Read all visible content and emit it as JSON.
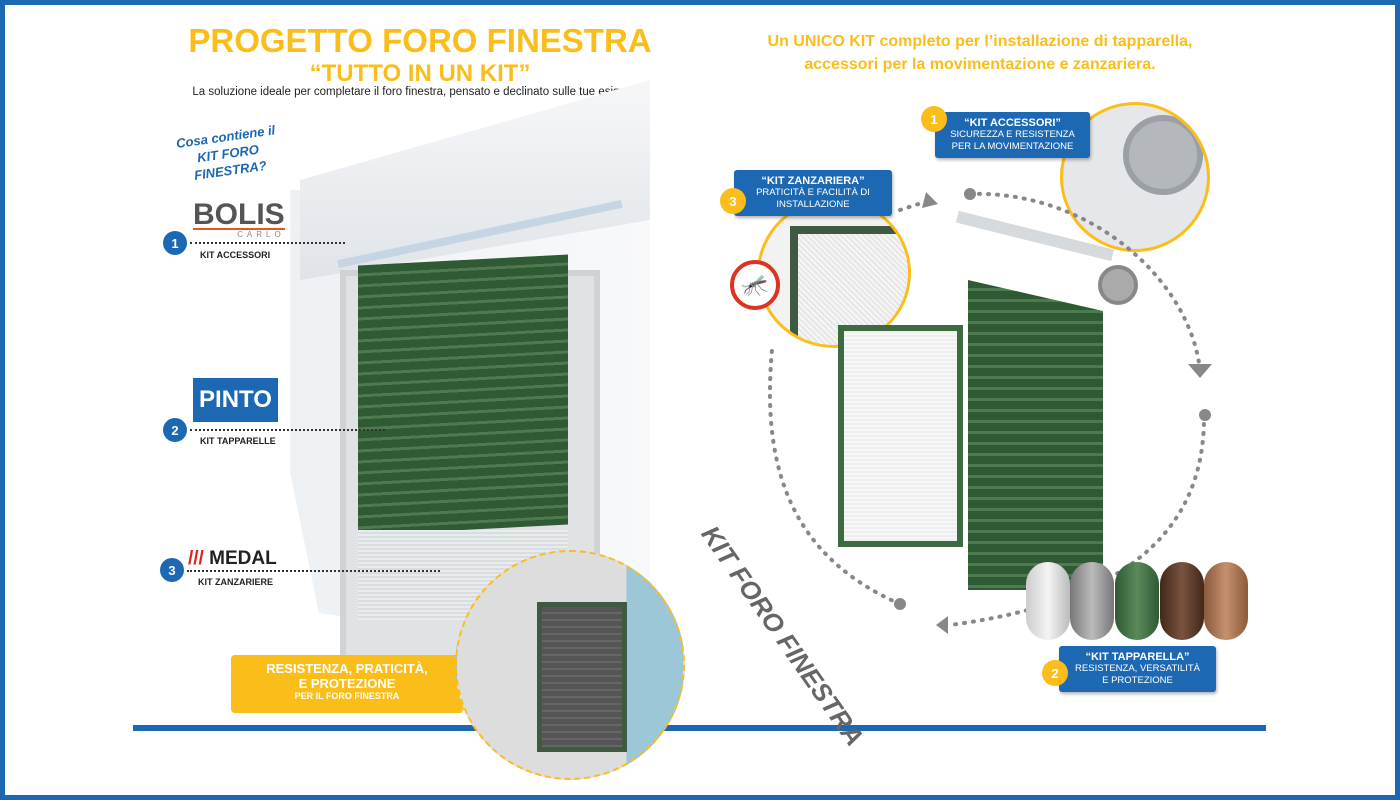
{
  "left": {
    "title_part1": "PROGETTO ",
    "title_part2": "FORO FINESTRA",
    "subtitle": "“TUTTO IN UN KIT”",
    "description": "La soluzione ideale per completare il foro finestra, pensato e declinato sulle tue esigenze.",
    "question": "Cosa contiene il KIT FORO FINESTRA?",
    "kits": [
      {
        "number": "1",
        "brand": "BOLIS",
        "brand_sub": "CARLO",
        "label": "KIT ACCESSORI"
      },
      {
        "number": "2",
        "brand": "PINTO",
        "label": "KIT TAPPARELLE"
      },
      {
        "number": "3",
        "brand": "MEDAL",
        "label": "KIT ZANZARIERE"
      }
    ],
    "banner": {
      "line1": "RESISTENZA, PRATICITÀ,",
      "line2": "E PROTEZIONE",
      "line3": "PER IL FORO FINESTRA"
    }
  },
  "right": {
    "headline_line1": "Un UNICO KIT completo per l’installazione di tapparella,",
    "headline_line2": "accessori per la movimentazione e zanzariera.",
    "callouts": [
      {
        "number": "1",
        "title": "“KIT ACCESSORI”",
        "line1": "SICUREZZA E  RESISTENZA",
        "line2": "PER LA MOVIMENTAZIONE"
      },
      {
        "number": "3",
        "title": "“KIT ZANZARIERA”",
        "line1": "PRATICITÀ E FACILITÀ DI",
        "line2": "INSTALLAZIONE"
      },
      {
        "number": "2",
        "title": "“KIT TAPPARELLA”",
        "line1": "RESISTENZA, VERSATILITÀ",
        "line2": "E PROTEZIONE"
      }
    ],
    "cycle_label": "KIT FORO FINESTRA",
    "swatch_colors": [
      "#e8e8e8",
      "#9a9a9a",
      "#3e6a42",
      "#5a3a2a",
      "#a87550"
    ]
  },
  "colors": {
    "accent": "#fbbd1a",
    "brand_blue": "#1d68b3",
    "shutter_green": "#3e6a42"
  }
}
